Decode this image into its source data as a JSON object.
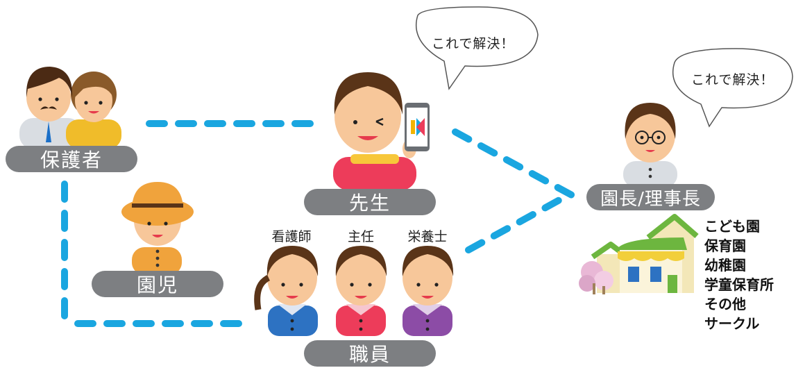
{
  "labels": {
    "guardians": "保護者",
    "teacher": "先生",
    "child": "園児",
    "staff": "職員",
    "director": "園長/理事長"
  },
  "staff_roles": [
    "看護師",
    "主任",
    "栄養士"
  ],
  "speech": {
    "teacher": "これで解決！",
    "director": "これで解決！"
  },
  "facilities": [
    "こども園",
    "保育園",
    "幼稚園",
    "学童保育所",
    "その他",
    "サークル"
  ],
  "colors": {
    "connector": "#1aa6e0",
    "label_pill": "#7d7f82",
    "skin": "#f7c79a",
    "hair": "#5a3418",
    "roof_green": "#6db63f"
  },
  "icons": [
    "parents-icon",
    "teacher-with-phone-icon",
    "child-with-hat-icon",
    "staff-icon",
    "director-icon",
    "school-building-icon",
    "smartphone-app-icon"
  ]
}
